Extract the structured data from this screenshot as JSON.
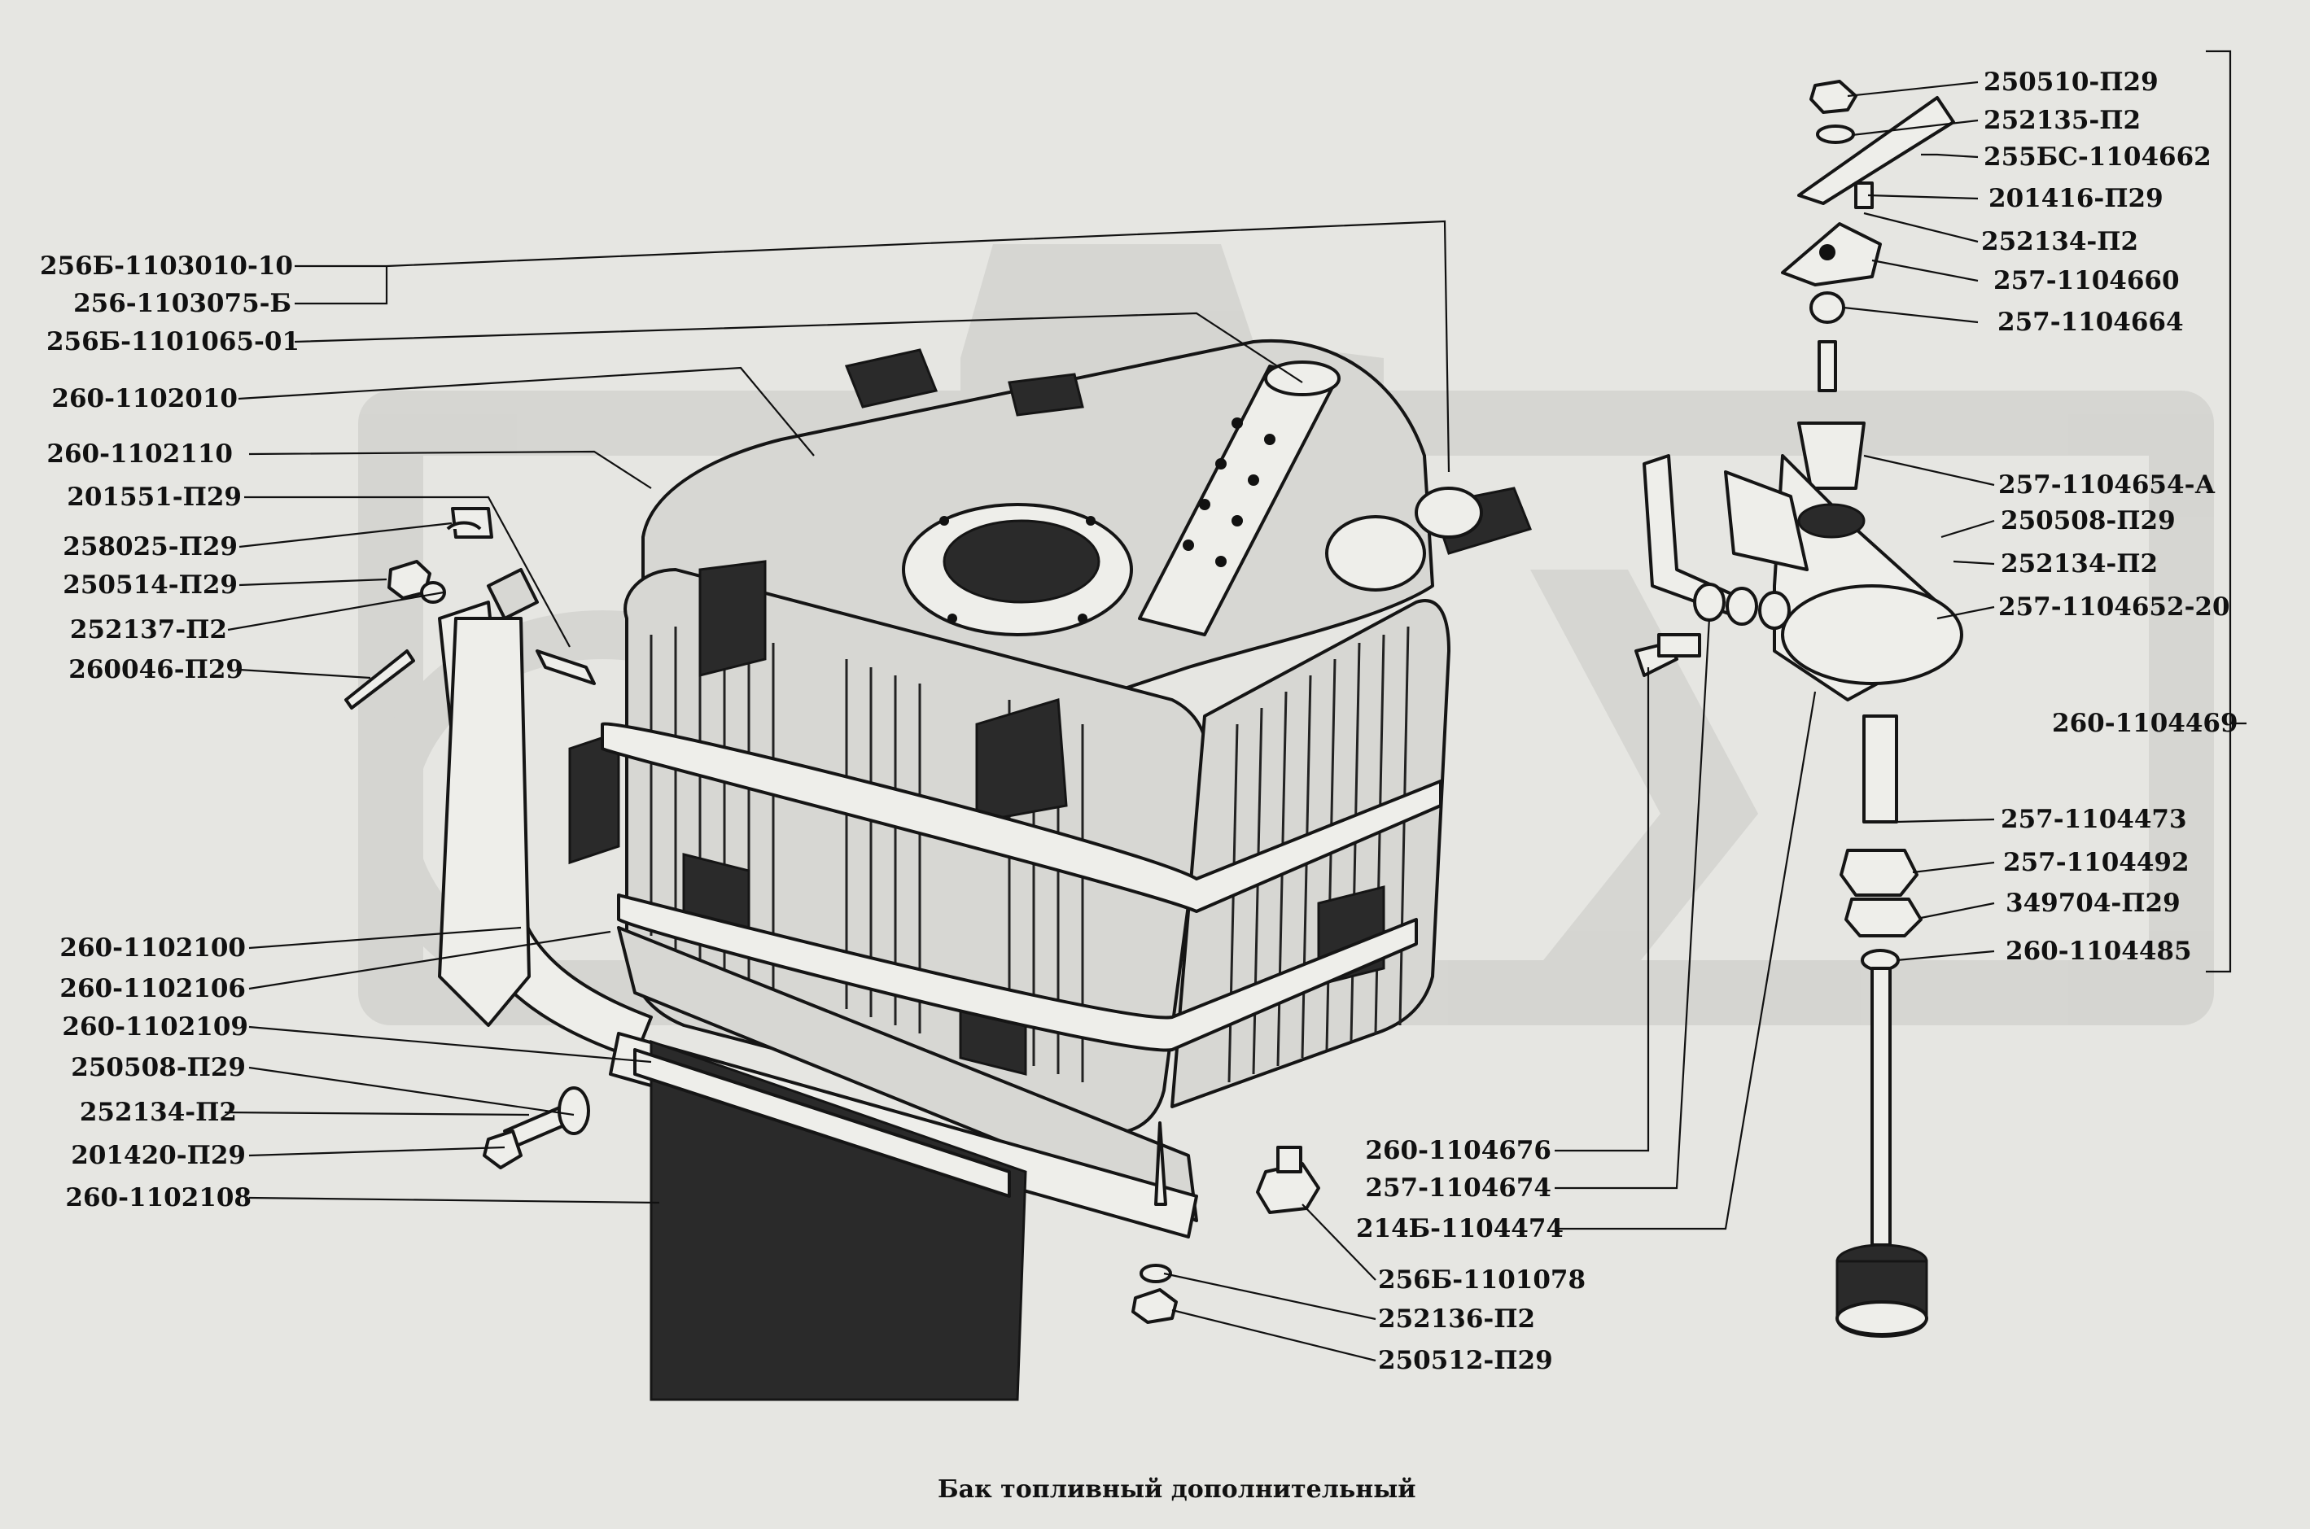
{
  "caption": "Бак топливный дополнительный",
  "colors": {
    "background": "#e6e6e2",
    "watermark": "#d4d4d0",
    "ink": "#111111"
  },
  "left_labels": [
    "256Б-1103010-10",
    "256-1103075-Б",
    "256Б-1101065-01",
    "260-1102010",
    "260-1102110",
    "201551-П29",
    "258025-П29",
    "250514-П29",
    "252137-П2",
    "260046-П29",
    "260-1102100",
    "260-1102106",
    "260-1102109",
    "250508-П29",
    "252134-П2",
    "201420-П29",
    "260-1102108"
  ],
  "right_top_labels": [
    "250510-П29",
    "252135-П2",
    "255БС-1104662",
    "201416-П29",
    "252134-П2",
    "257-1104660",
    "257-1104664"
  ],
  "right_mid_labels": [
    "257-1104654-А",
    "250508-П29",
    "252134-П2",
    "257-1104652-20",
    "257-1104473",
    "257-1104492",
    "349704-П29",
    "260-1104485"
  ],
  "assembly_label": "260-1104469",
  "bottom_labels": [
    "260-1104676",
    "257-1104674",
    "214Б-1104474"
  ],
  "lower_right_labels": [
    "256Б-1101078",
    "252136-П2",
    "250512-П29"
  ]
}
